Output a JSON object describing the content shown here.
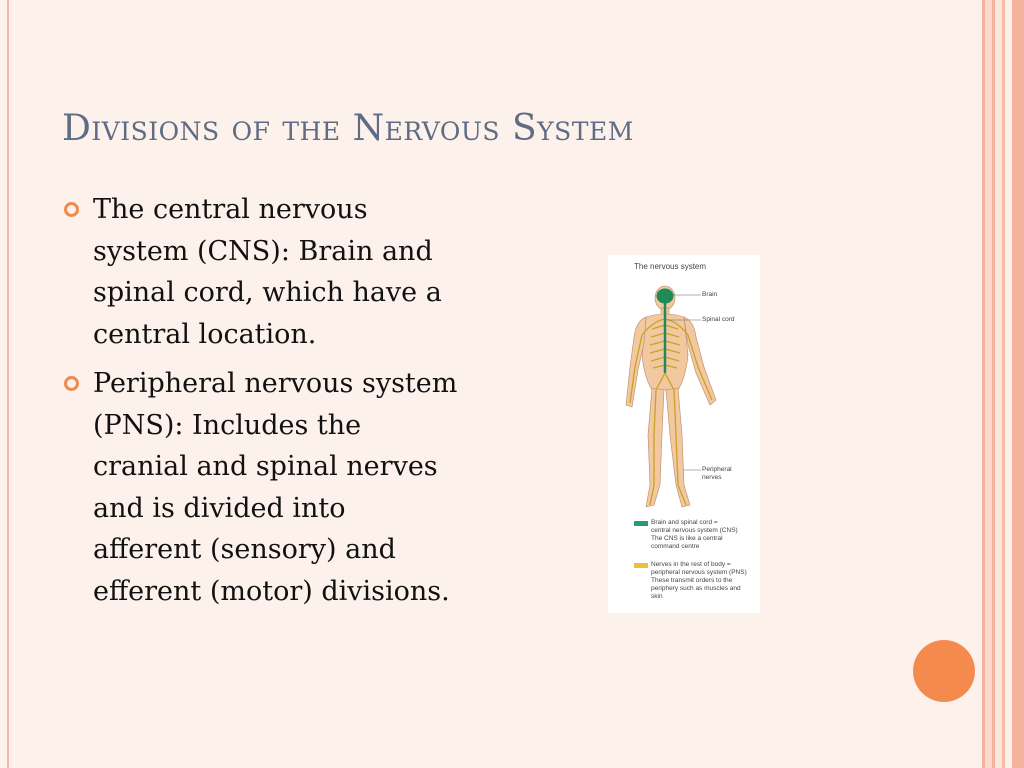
{
  "slide": {
    "title": "Divisions of the Nervous System",
    "bullets": [
      {
        "text": "The central nervous system (CNS): Brain and spinal cord, which have a central location."
      },
      {
        "text": "Peripheral nervous system (PNS): Includes the cranial and spinal nerves and is divided into afferent (sensory) and efferent (motor) divisions."
      }
    ]
  },
  "figure": {
    "title": "The nervous system",
    "labels": {
      "brain": "Brain",
      "spinal_cord": "Spinal cord",
      "peripheral_nerves_line1": "Peripheral",
      "peripheral_nerves_line2": "nerves"
    },
    "legend": [
      {
        "color": "#2a9d6f",
        "lines": [
          "Brain and spinal cord =",
          "central nervous system (CNS)",
          "The CNS is like a central",
          "command centre"
        ]
      },
      {
        "color": "#e8c33a",
        "lines": [
          "Nerves in the rest of body =",
          "peripheral nervous system (PNS)",
          "These transmit orders to the",
          "periphery such as muscles and",
          "skin"
        ]
      }
    ],
    "colors": {
      "skin": "#f2c8a0",
      "cns": "#1f8a5a",
      "pns": "#c9a227"
    }
  },
  "theme": {
    "accent": "#f58a4f",
    "title_color": "#5e6d84"
  }
}
